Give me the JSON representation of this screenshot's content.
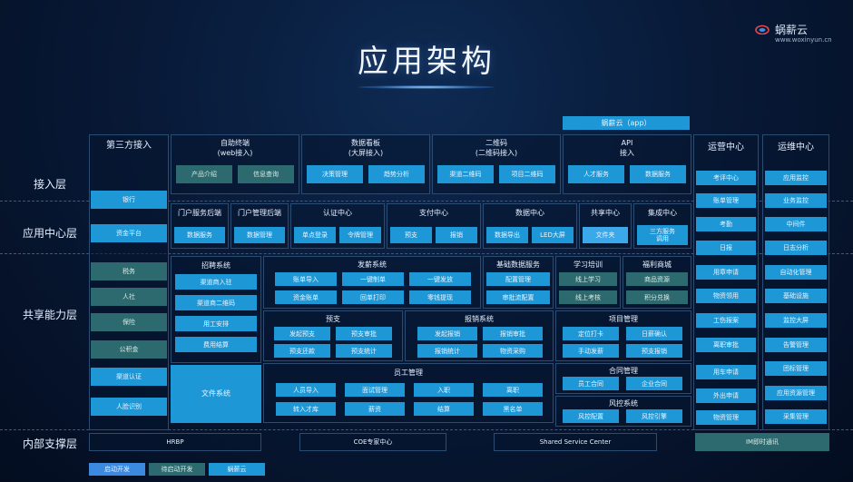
{
  "title": "应用架构",
  "brand": {
    "name": "蜗薪云",
    "url": "www.woxinyun.cn"
  },
  "layers": {
    "access": "接入层",
    "app_center": "应用中心层",
    "shared": "共享能力层",
    "internal": "内部支撑层"
  },
  "app_banner": "蜗薪云（app）",
  "third_party": {
    "title": "第三方接入",
    "items": [
      "银行",
      "资金平台"
    ]
  },
  "access_panels": [
    {
      "title": "自助终端\n(web接入)",
      "buttons": [
        "产品介绍",
        "信息查询"
      ]
    },
    {
      "title": "数据看板\n(大屏接入)",
      "buttons": [
        "决策管理",
        "趋势分析"
      ]
    },
    {
      "title": "二维码\n(二维码接入)",
      "buttons": [
        "渠道二维码",
        "项目二维码"
      ]
    },
    {
      "title": "API\n接入",
      "buttons": [
        "人才服务",
        "数据服务"
      ]
    }
  ],
  "app_center_panels": [
    {
      "title": "门户服务后端",
      "buttons": [
        "数据服务"
      ]
    },
    {
      "title": "门户管理后端",
      "buttons": [
        "数据管理"
      ]
    },
    {
      "title": "认证中心",
      "buttons": [
        "单点登录",
        "令牌管理"
      ]
    },
    {
      "title": "支付中心",
      "buttons": [
        "预支",
        "报销"
      ]
    },
    {
      "title": "数据中心",
      "buttons": [
        "数据导出",
        "LED大屏"
      ]
    },
    {
      "title": "共享中心",
      "buttons": [
        "文件夹"
      ]
    },
    {
      "title": "集成中心",
      "buttons": [
        "三方服务\n调用"
      ]
    }
  ],
  "shared_left": [
    "税务",
    "人社",
    "保险",
    "公积金",
    "渠道认证",
    "人脸识别"
  ],
  "shared_panels": {
    "recruit": {
      "title": "招聘系统",
      "buttons": [
        "渠道商入驻",
        "渠道商二维码",
        "用工安排",
        "费用结算"
      ]
    },
    "issue": {
      "title": "发薪系统",
      "buttons": [
        "账单导入",
        "一键制单",
        "一键发放",
        "资金账单",
        "回单打印",
        "零钱提现"
      ]
    },
    "basic": {
      "title": "基础数据服务",
      "buttons": [
        "配置管理",
        "审批流配置"
      ]
    },
    "learn": {
      "title": "学习培训",
      "buttons": [
        "线上学习",
        "线上考核"
      ]
    },
    "welfare": {
      "title": "福利商城",
      "buttons": [
        "商品资源",
        "积分兑换"
      ]
    },
    "advance": {
      "title": "预支",
      "buttons": [
        "发起预支",
        "预支审批",
        "预支还款",
        "预支统计"
      ]
    },
    "reimb": {
      "title": "报销系统",
      "buttons": [
        "发起报销",
        "报销审批",
        "报销统计",
        "物资采购"
      ]
    },
    "project": {
      "title": "项目管理",
      "buttons": [
        "定位打卡",
        "日薪确认",
        "手动发薪",
        "预支报销"
      ]
    },
    "file_system": "文件系统",
    "staff": {
      "title": "员工管理",
      "buttons": [
        "人员导入",
        "面试管理",
        "入职",
        "离职",
        "转入才库",
        "薪资",
        "结算",
        "黑名单"
      ]
    },
    "contract": {
      "title": "合同管理",
      "buttons": [
        "员工合同",
        "企业合同"
      ]
    },
    "risk": {
      "title": "风控系统",
      "buttons": [
        "风控配置",
        "风控引擎"
      ]
    }
  },
  "ops_center": {
    "title": "运营中心",
    "items": [
      "考评中心",
      "账单管理",
      "考勤",
      "日报",
      "用章申请",
      "物资领用",
      "工伤报案",
      "离职审批",
      "用车申请",
      "外出申请",
      "物资管理"
    ]
  },
  "maint_center": {
    "title": "运维中心",
    "items": [
      "应用监控",
      "业务监控",
      "中间件",
      "日志分析",
      "自动化管理",
      "基础设施",
      "监控大屏",
      "告警管理",
      "团标管理",
      "应用资源管理",
      "采集管理"
    ]
  },
  "internal_items": [
    "HRBP",
    "COE专家中心",
    "Shared Service Center",
    "IM即时通讯"
  ],
  "legend": [
    "启动开发",
    "待启动开发",
    "蜗薪云"
  ],
  "colors": {
    "cyan": "#1e97d6",
    "teal": "#2c6a6f",
    "border": "#2b4c72",
    "background": "#081a38"
  }
}
